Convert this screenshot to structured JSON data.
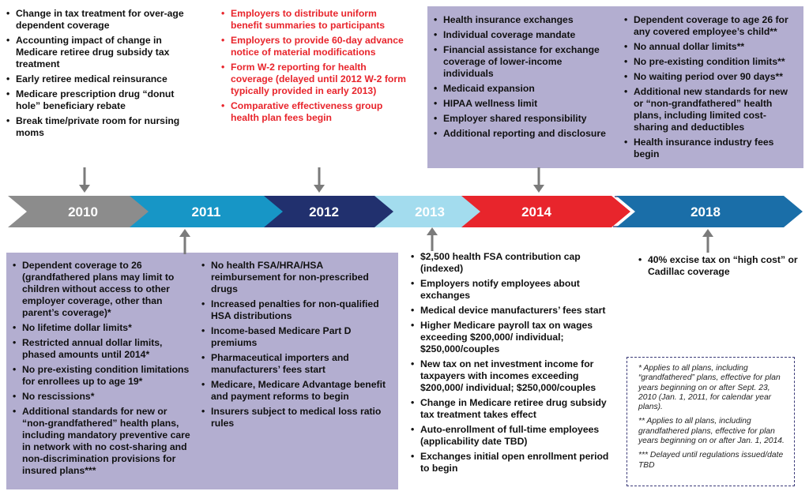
{
  "timeline": {
    "years": [
      "2010",
      "2011",
      "2012",
      "2013",
      "2014",
      "2018"
    ],
    "colors": {
      "2010": "#8c8c8c",
      "2011": "#1796c6",
      "2012": "#21306e",
      "2013": "#a3dcee",
      "2014": "#e8252c",
      "2018": "#1a6ea8",
      "panel": "#b3aed0",
      "accent_red": "#e8252c",
      "gap_border": "#7a7aa0"
    }
  },
  "items_2010": [
    "Change in tax treatment for over-age dependent coverage",
    "Accounting impact of change in Medicare retiree drug subsidy tax treatment",
    "Early retiree medical reinsurance",
    "Medicare prescription drug “donut hole” beneficiary rebate",
    "Break time/private room for nursing moms"
  ],
  "items_2012": [
    "Employers to distribute uniform benefit summaries to participants",
    "Employers to provide 60-day advance notice of material modifications",
    "Form W-2 reporting for health coverage (delayed until 2012 W-2 form typically provided in early 2013)",
    "Comparative effectiveness group health plan fees begin"
  ],
  "items_2014_a": [
    "Health insurance exchanges",
    "Individual coverage mandate",
    "Financial assistance for exchange coverage of lower-income individuals",
    "Medicaid expansion",
    "HIPAA wellness limit",
    "Employer shared responsibility",
    "Additional reporting and disclosure"
  ],
  "items_2014_b": [
    "Dependent coverage to age 26 for any covered employee’s child**",
    "No annual dollar limits**",
    "No pre-existing condition limits**",
    "No waiting period over 90 days**",
    "Additional new standards for new or “non-grandfathered” health plans, including limited cost-sharing and deductibles",
    "Health insurance industry fees begin"
  ],
  "items_2011_a": [
    "Dependent coverage to 26 (grandfathered plans may limit to children without access to other employer coverage, other than parent’s coverage)*",
    "No lifetime dollar limits*",
    "Restricted annual dollar limits, phased amounts until 2014*",
    "No pre-existing condition limitations for enrollees up to age 19*",
    "No rescissions*",
    "Additional standards for new or “non-grandfathered” health plans, including mandatory preventive care in network with no cost-sharing and non-discrimination provisions for insured plans***"
  ],
  "items_2011_b": [
    "No health FSA/HRA/HSA reimbursement for non-prescribed drugs",
    "Increased penalties for non-qualified HSA distributions",
    "Income-based Medicare Part D premiums",
    "Pharmaceutical importers and manufacturers’ fees start",
    "Medicare, Medicare Advantage benefit and payment reforms to begin",
    "Insurers subject to medical loss ratio rules"
  ],
  "items_2013": [
    "$2,500 health FSA contribution cap (indexed)",
    "Employers notify employees about exchanges",
    "Medical device manufacturers’ fees start",
    "Higher Medicare payroll tax on wages exceeding $200,000/ individual; $250,000/couples",
    "New tax on net investment income for taxpayers with incomes exceeding $200,000/ individual; $250,000/couples",
    "Change in Medicare retiree drug subsidy tax treatment takes effect",
    "Auto-enrollment  of full-time employees (applicability date TBD)",
    "Exchanges initial open enrollment period to begin"
  ],
  "items_2018": [
    "40% excise tax on “high cost” or Cadillac coverage"
  ],
  "notes": [
    "* Applies to all plans, including “grandfathered” plans, effective for plan years beginning on or after Sept. 23, 2010 (Jan. 1, 2011, for calendar year plans).",
    "** Applies to all plans, including grandfathered plans, effective for plan years beginning on or after Jan. 1, 2014.",
    "*** Delayed until regulations issued/date TBD"
  ]
}
